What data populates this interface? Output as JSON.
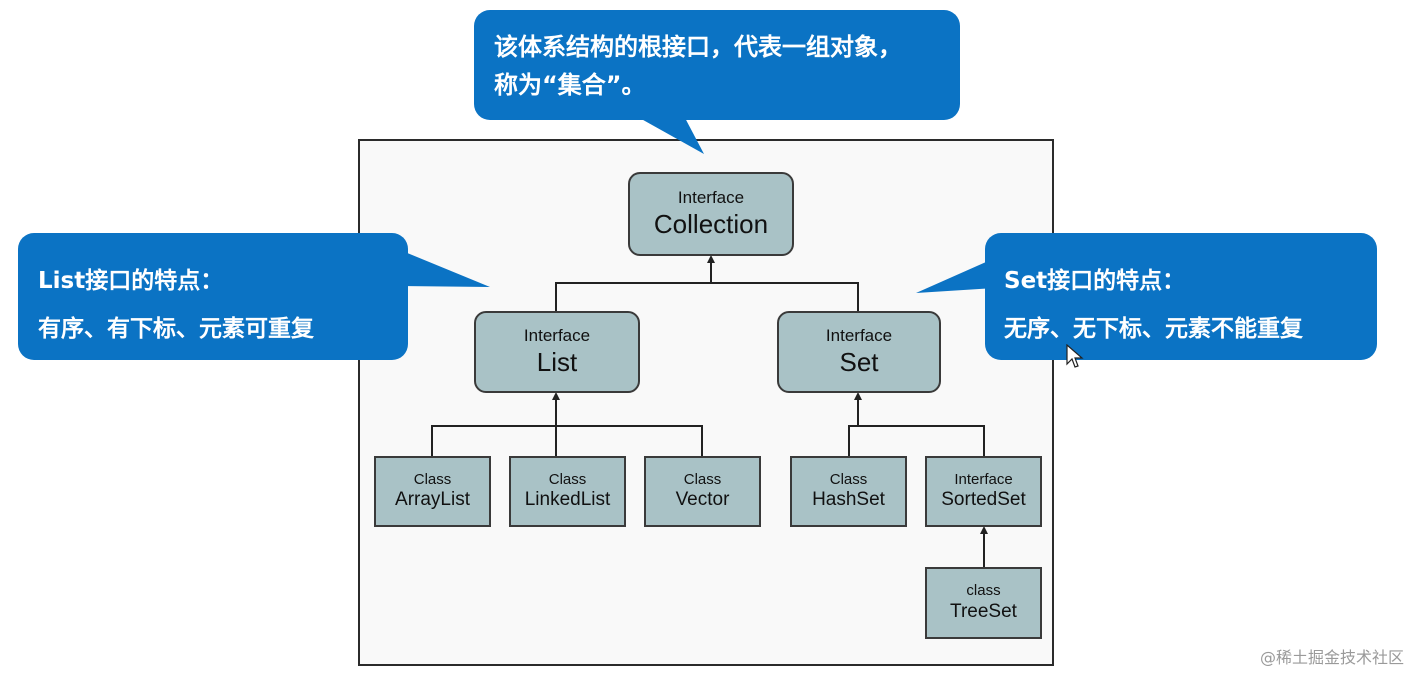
{
  "diagram": {
    "nodes": [
      {
        "id": "collection",
        "kind": "Interface",
        "title": "Collection"
      },
      {
        "id": "list",
        "kind": "Interface",
        "title": "List"
      },
      {
        "id": "set",
        "kind": "Interface",
        "title": "Set"
      },
      {
        "id": "arraylist",
        "kind": "Class",
        "title": "ArrayList"
      },
      {
        "id": "linkedlist",
        "kind": "Class",
        "title": "LinkedList"
      },
      {
        "id": "vector",
        "kind": "Class",
        "title": "Vector"
      },
      {
        "id": "hashset",
        "kind": "Class",
        "title": "HashSet"
      },
      {
        "id": "sortedset",
        "kind": "Interface",
        "title": "SortedSet"
      },
      {
        "id": "treeset",
        "kind": "class",
        "title": "TreeSet"
      }
    ],
    "edges": [
      {
        "from": "list",
        "to": "collection"
      },
      {
        "from": "set",
        "to": "collection"
      },
      {
        "from": "arraylist",
        "to": "list"
      },
      {
        "from": "linkedlist",
        "to": "list"
      },
      {
        "from": "vector",
        "to": "list"
      },
      {
        "from": "hashset",
        "to": "set"
      },
      {
        "from": "sortedset",
        "to": "set"
      },
      {
        "from": "treeset",
        "to": "sortedset"
      }
    ]
  },
  "callouts": {
    "top": {
      "line1": "该体系结构的根接口，代表一组对象，",
      "line2": "称为“集合”。"
    },
    "left": {
      "line1": "List接口的特点：",
      "line2": "有序、有下标、元素可重复"
    },
    "right": {
      "line1": "Set接口的特点：",
      "line2": "无序、无下标、元素不能重复"
    }
  },
  "colors": {
    "node_fill": "#a9c2c6",
    "node_border": "#3a3a3a",
    "callout_fill": "#0b73c4",
    "callout_text": "#ffffff"
  },
  "watermark": "@稀土掘金技术社区"
}
